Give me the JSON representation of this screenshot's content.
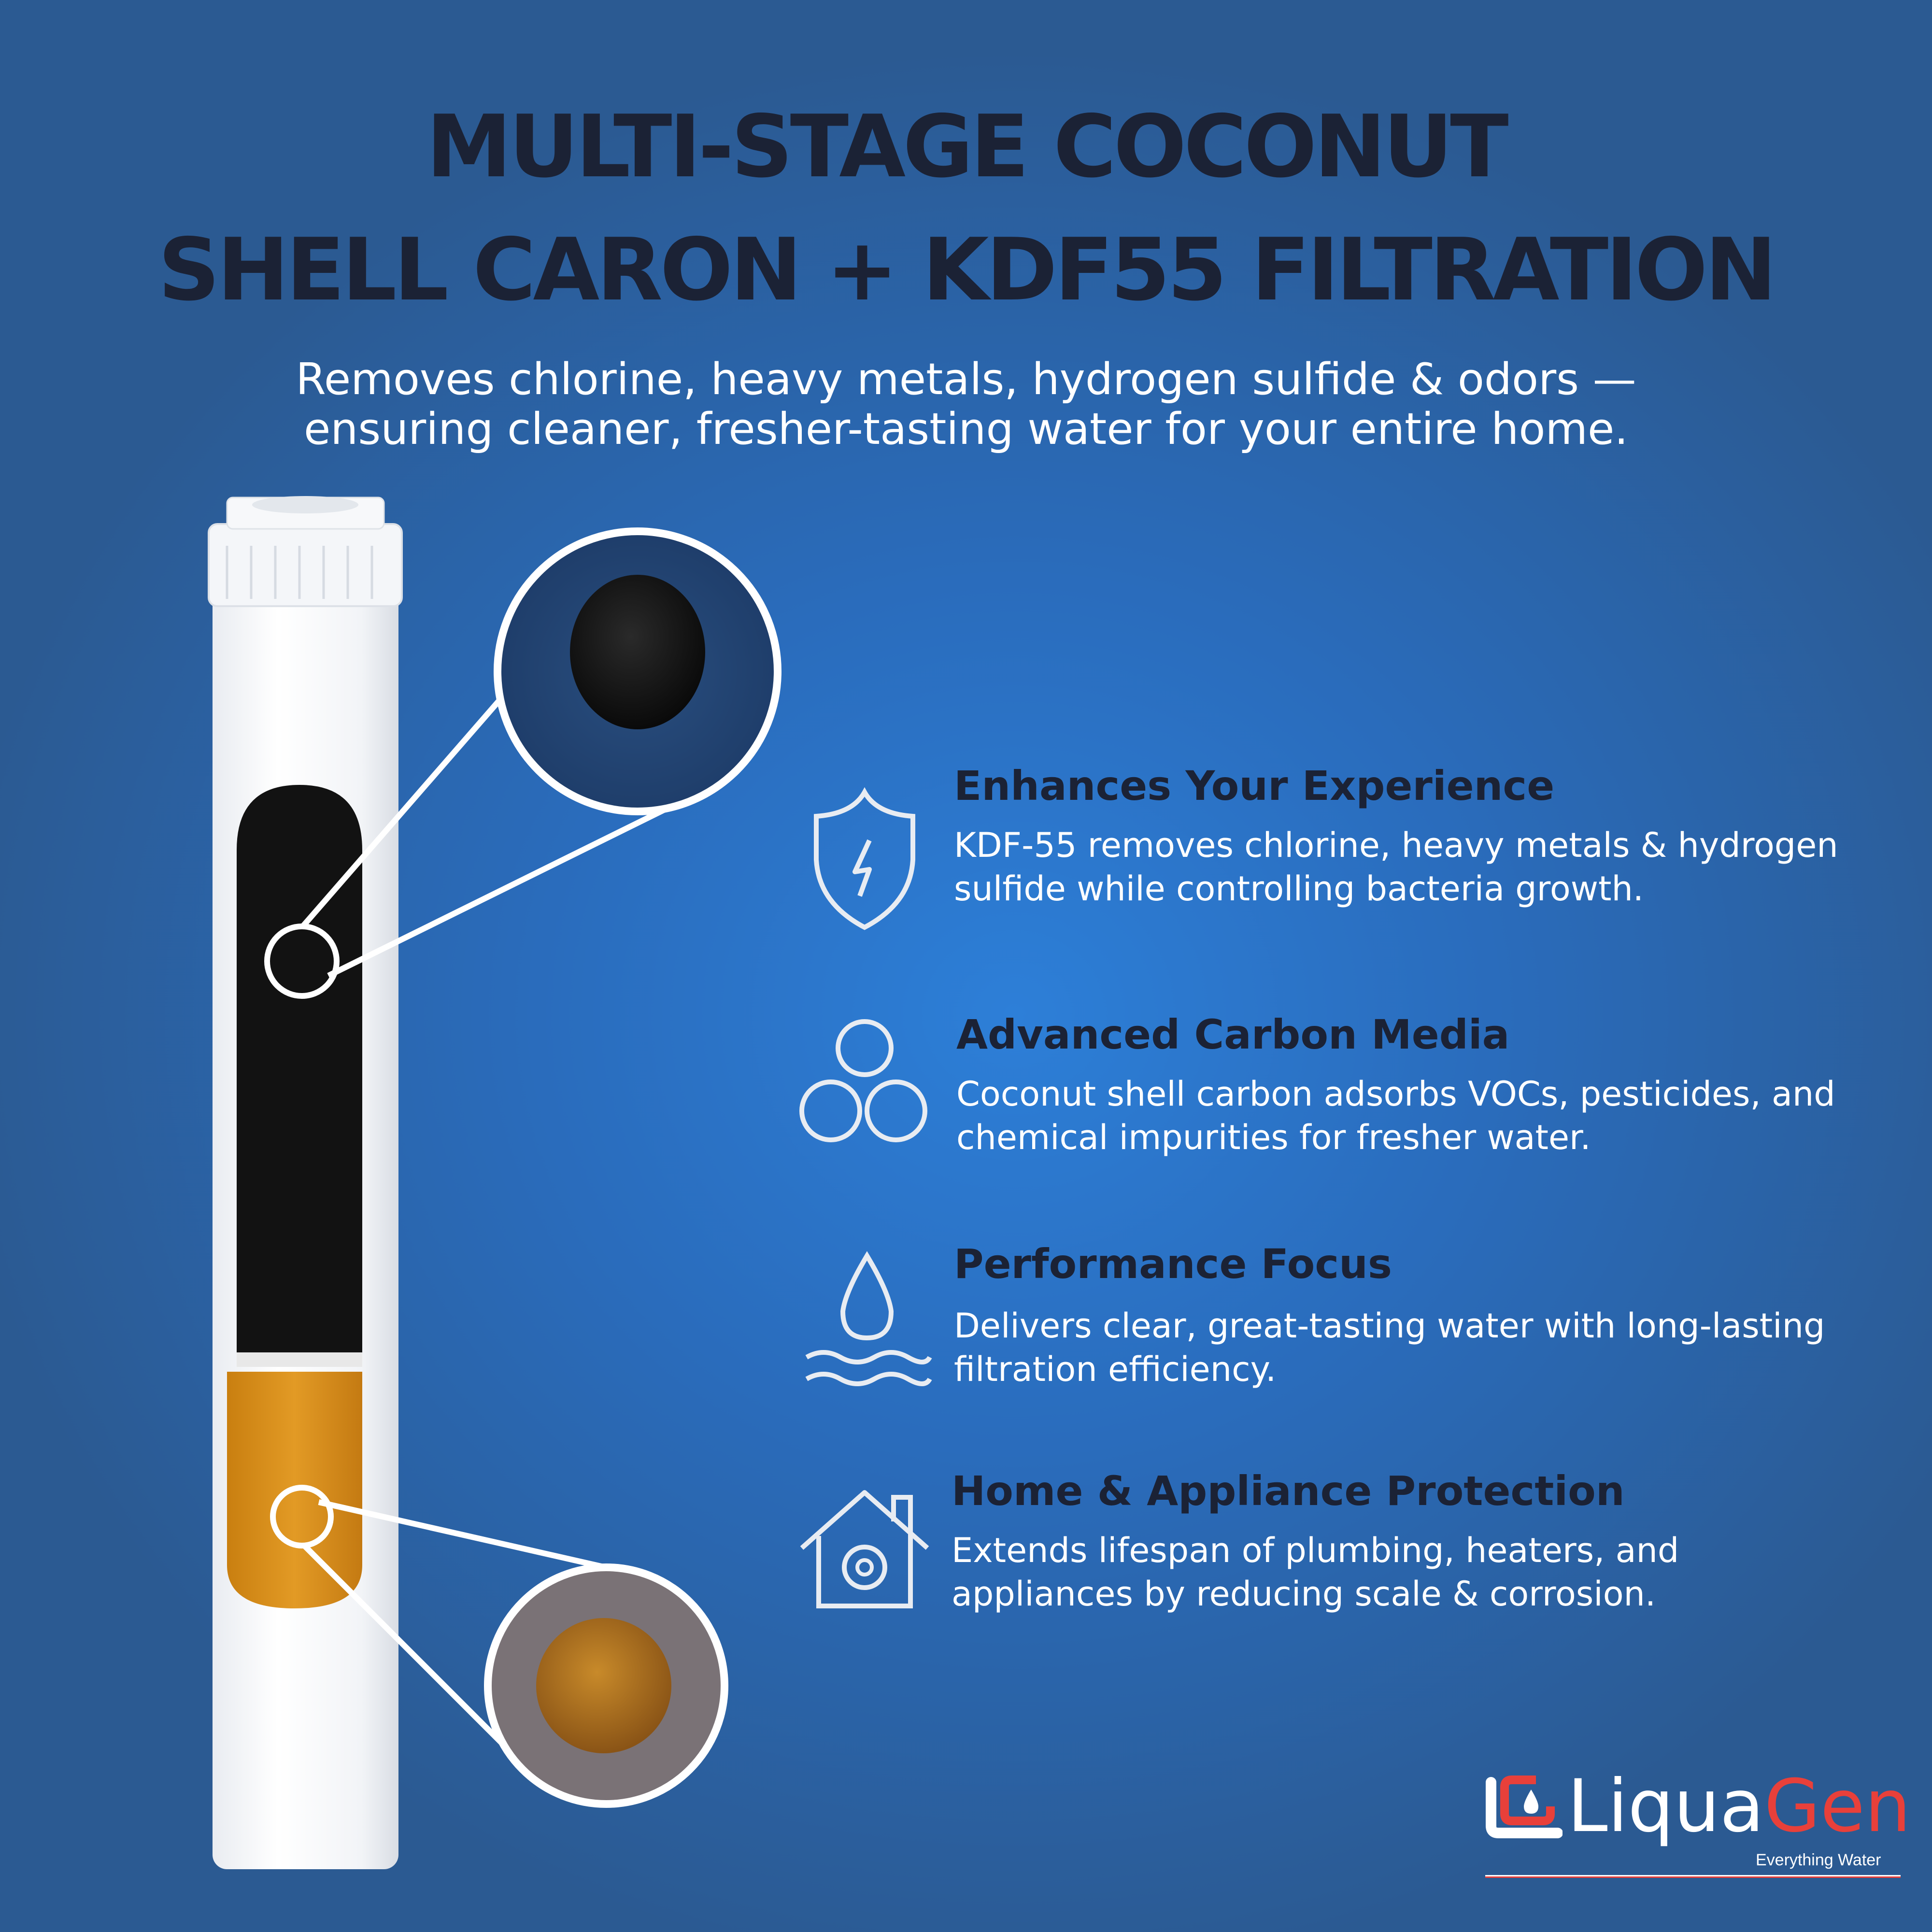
{
  "header": {
    "title_line1": "MULTI-STAGE COCONUT",
    "title_line2": "SHELL CARON + KDF55 FILTRATION",
    "subtitle_line1": "Removes chlorine, heavy metals, hydrogen sulfide & odors —",
    "subtitle_line2": "ensuring cleaner, fresher-tasting water for your entire home."
  },
  "product": {
    "name": "filter-cartridge",
    "media_top": "coconut-shell-carbon",
    "media_bottom": "kdf55"
  },
  "features": [
    {
      "icon": "shield-lightning-icon",
      "title": "Enhances Your Experience",
      "text": "KDF-55 removes chlorine, heavy metals & hydrogen sulfide while controlling bacteria growth."
    },
    {
      "icon": "three-circles-icon",
      "title": "Advanced Carbon Media",
      "text": "Coconut shell carbon adsorbs VOCs, pesticides, and chemical impurities for fresher water."
    },
    {
      "icon": "water-drop-waves-icon",
      "title": "Performance Focus",
      "text": "Delivers clear, great-tasting water with long-lasting filtration efficiency."
    },
    {
      "icon": "house-gear-icon",
      "title": "Home & Appliance Protection",
      "text": "Extends lifespan of plumbing, heaters, and appliances by reducing scale & corrosion."
    }
  ],
  "brand": {
    "name_part1": "Liqua",
    "name_part2": "Gen",
    "tagline": "Everything Water",
    "color_primary": "#ffffff",
    "color_accent": "#e8403a"
  },
  "colors": {
    "background": "#2a6cbc",
    "heading": "#1b2235",
    "body_text": "#ffffff"
  }
}
